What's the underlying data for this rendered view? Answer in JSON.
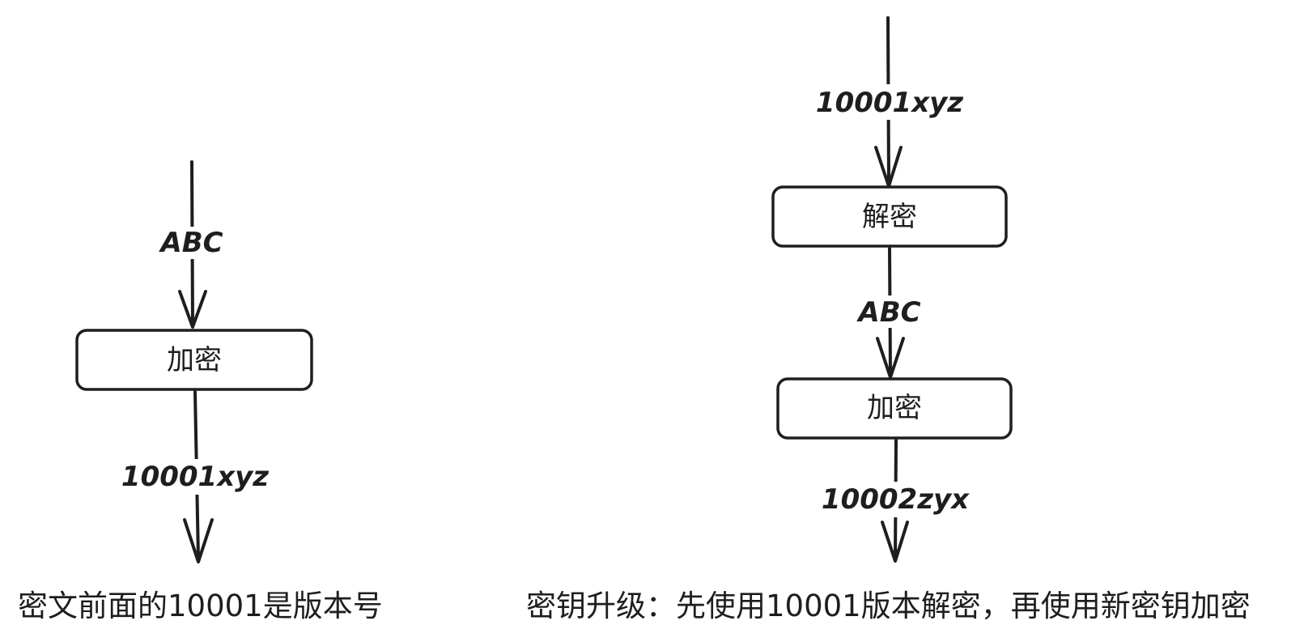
{
  "left_flow": {
    "input_label": "ABC",
    "process_label": "加密",
    "output_label": "10001xyz",
    "caption": "密文前面的10001是版本号"
  },
  "right_flow": {
    "input_label": "10001xyz",
    "step1_label": "解密",
    "middle_label": "ABC",
    "step2_label": "加密",
    "output_label": "10002zyx",
    "caption": "密钥升级：先使用10001版本解密，再使用新密钥加密"
  },
  "colors": {
    "stroke": "#1e1e1e",
    "background": "#ffffff"
  }
}
